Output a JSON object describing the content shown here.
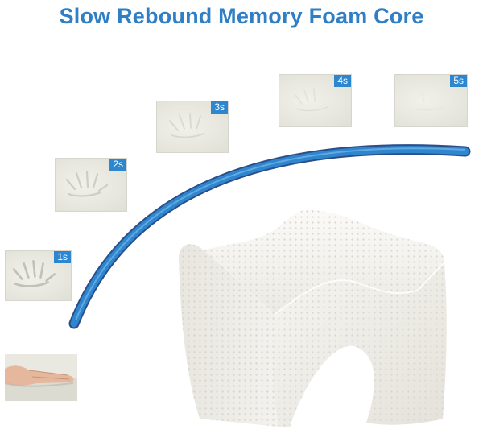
{
  "title": "Slow Rebound Memory Foam Core",
  "stages": [
    {
      "label": "1s"
    },
    {
      "label": "2s"
    },
    {
      "label": "3s"
    },
    {
      "label": "4s"
    },
    {
      "label": "5s"
    }
  ],
  "colors": {
    "title": "#2f7fc6",
    "arc_blue": "#2e86cf",
    "tag_blue": "#2e86cf",
    "foam": "#e7e7de",
    "pillow": "#f4f3ef"
  }
}
